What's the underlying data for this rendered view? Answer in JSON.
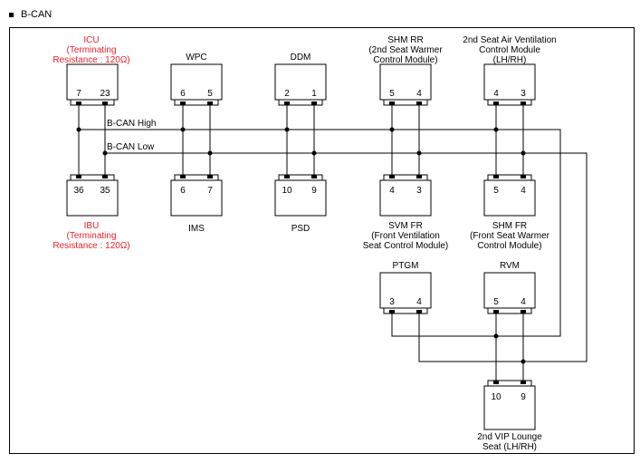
{
  "section_title": "B-CAN",
  "bus": {
    "high_label": "B-CAN High",
    "low_label": "B-CAN Low"
  },
  "modules": {
    "icu": {
      "name": "ICU",
      "note1": "(Terminating",
      "note2": "Resistance : 120Ω)",
      "pin_left": "7",
      "pin_right": "23"
    },
    "wpc": {
      "name": "WPC",
      "pin_left": "6",
      "pin_right": "5"
    },
    "ddm": {
      "name": "DDM",
      "pin_left": "2",
      "pin_right": "1"
    },
    "shm_rr": {
      "name": "SHM RR",
      "desc1": "(2nd Seat Warmer",
      "desc2": "Control Module)",
      "pin_left": "5",
      "pin_right": "4"
    },
    "vent_2nd": {
      "name": "2nd Seat Air Ventilation",
      "desc1": "Control Module",
      "desc2": "(LH/RH)",
      "pin_left": "4",
      "pin_right": "3"
    },
    "ibu": {
      "name": "IBU",
      "note1": "(Terminating",
      "note2": "Resistance : 120Ω)",
      "pin_left": "36",
      "pin_right": "35"
    },
    "ims": {
      "name": "IMS",
      "pin_left": "6",
      "pin_right": "7"
    },
    "psd": {
      "name": "PSD",
      "pin_left": "10",
      "pin_right": "9"
    },
    "svm_fr": {
      "name": "SVM FR",
      "desc1": "(Front Ventilation",
      "desc2": "Seat Control Module)",
      "pin_left": "4",
      "pin_right": "3"
    },
    "shm_fr": {
      "name": "SHM FR",
      "desc1": "(Front Seat Warmer",
      "desc2": "Control Module)",
      "pin_left": "5",
      "pin_right": "4"
    },
    "ptgm": {
      "name": "PTGM",
      "pin_left": "3",
      "pin_right": "4"
    },
    "rvm": {
      "name": "RVM",
      "pin_left": "5",
      "pin_right": "4"
    },
    "vip_lounge": {
      "name": "2nd VIP Lounge",
      "desc1": "Seat (LH/RH)",
      "pin_left": "10",
      "pin_right": "9"
    }
  },
  "colors": {
    "terminating_text": "#e8222b",
    "line": "#000000"
  }
}
